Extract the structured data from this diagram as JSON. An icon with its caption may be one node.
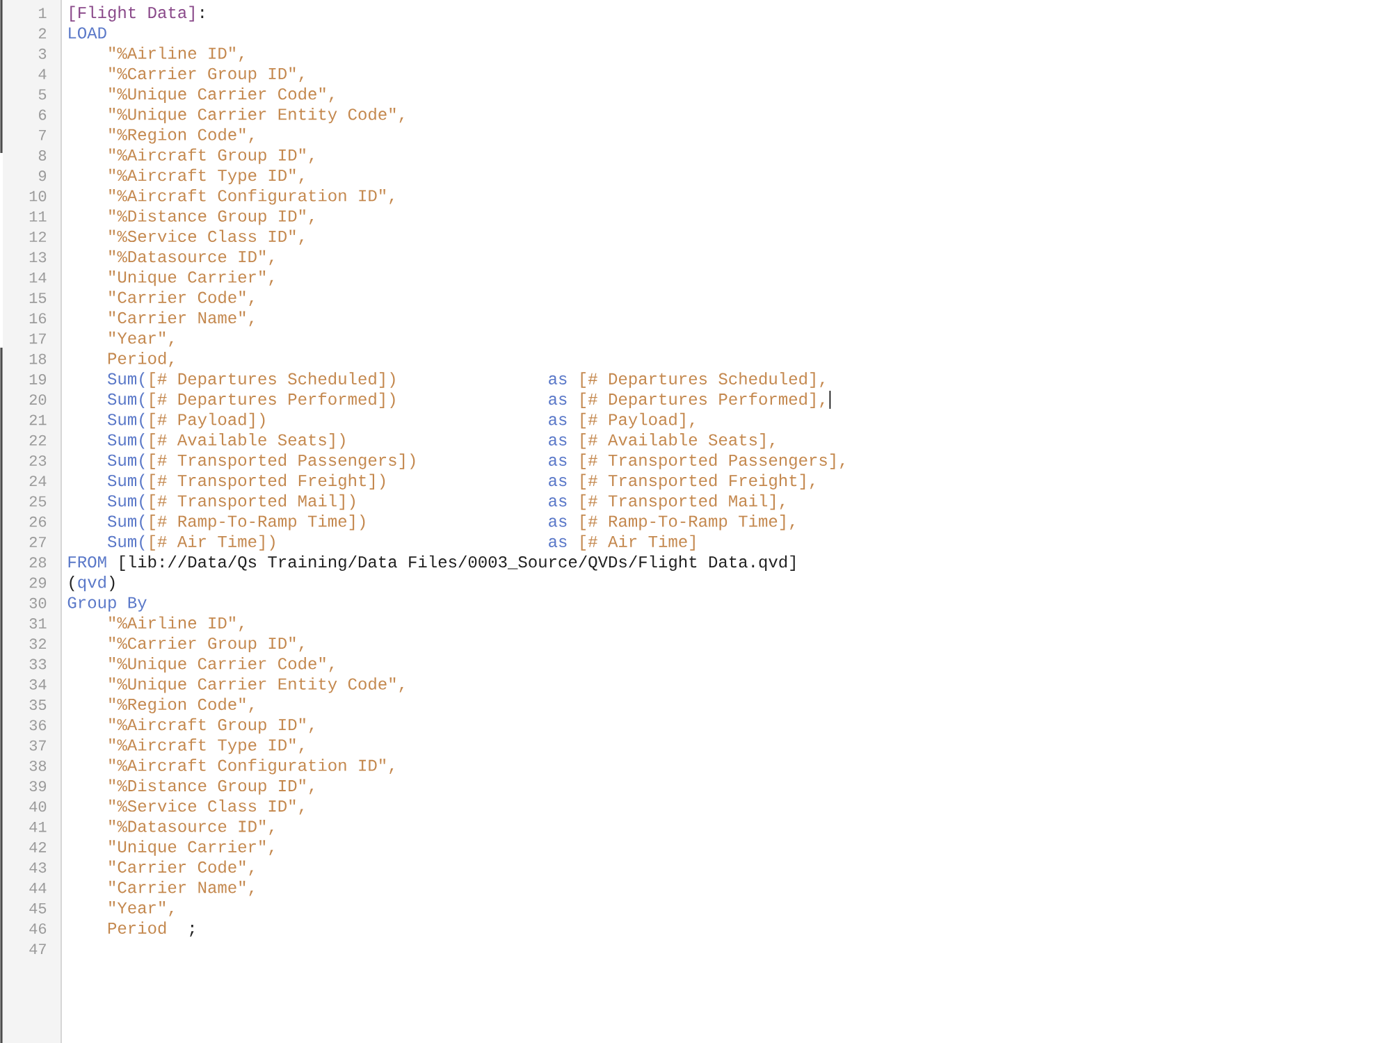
{
  "diagram": {
    "labels": [
      "1",
      "[Flight Data]",
      ":",
      "2",
      "LOAD",
      "3",
      "\"%Airline ID\",",
      "4",
      "\"%Carrier Group ID\",",
      "5",
      "\"%Unique Carrier Code\",",
      "6",
      "\"%Unique Carrier Entity Code\",",
      "7",
      "\"%Region Code\",",
      "8",
      "\"%Aircraft Group ID\",",
      "9",
      "\"%Aircraft Type ID\",",
      "10",
      "\"%Aircraft Configuration ID\",",
      "11",
      "\"%Distance Group ID\",",
      "12",
      "\"%Service Class ID\",",
      "13",
      "\"%Datasource ID\",",
      "14",
      "\"Unique Carrier\",",
      "15",
      "\"Carrier Code\",",
      "16",
      "\"Carrier Name\",",
      "17",
      "\"Year\",",
      "18",
      "Period,",
      "19",
      "Sum(",
      "[# Departures Scheduled])",
      "as",
      "[# Departures Scheduled],",
      "20",
      "Sum(",
      "[# Departures Performed])",
      "as",
      "[# Departures Performed],",
      "21",
      "Sum(",
      "[# Payload])",
      "as",
      "[# Payload],",
      "22",
      "Sum(",
      "[# Available Seats])",
      "as",
      "[# Available Seats],",
      "23",
      "Sum(",
      "[# Transported Passengers])",
      "as",
      "[# Transported Passengers],",
      "24",
      "Sum(",
      "[# Transported Freight])",
      "as",
      "[# Transported Freight],",
      "25",
      "Sum(",
      "[# Transported Mail])",
      "as",
      "[# Transported Mail],",
      "26",
      "Sum(",
      "[# Ramp-To-Ramp Time])",
      "as",
      "[# Ramp-To-Ramp Time],",
      "27",
      "Sum(",
      "[# Air Time])",
      "as",
      "[# Air Time]",
      "28",
      "FROM",
      "[lib://Data/Qs Training/Data Files/0003_Source/QVDs/Flight Data.qvd]",
      "29",
      "(",
      "qvd",
      ")",
      "30",
      "Group By",
      "31",
      "\"%Airline ID\",",
      "32",
      "\"%Carrier Group ID\",",
      "33",
      "\"%Unique Carrier Code\",",
      "34",
      "\"%Unique Carrier Entity Code\",",
      "35",
      "\"%Region Code\",",
      "36",
      "\"%Aircraft Group ID\",",
      "37",
      "\"%Aircraft Type ID\",",
      "38",
      "\"%Aircraft Configuration ID\",",
      "39",
      "\"%Distance Group ID\",",
      "40",
      "\"%Service Class ID\",",
      "41",
      "\"%Datasource ID\",",
      "42",
      "\"Unique Carrier\",",
      "43",
      "\"Carrier Code\",",
      "44",
      "\"Carrier Name\",",
      "45",
      "\"Year\",",
      "46",
      "Period",
      ";",
      "47"
    ]
  }
}
